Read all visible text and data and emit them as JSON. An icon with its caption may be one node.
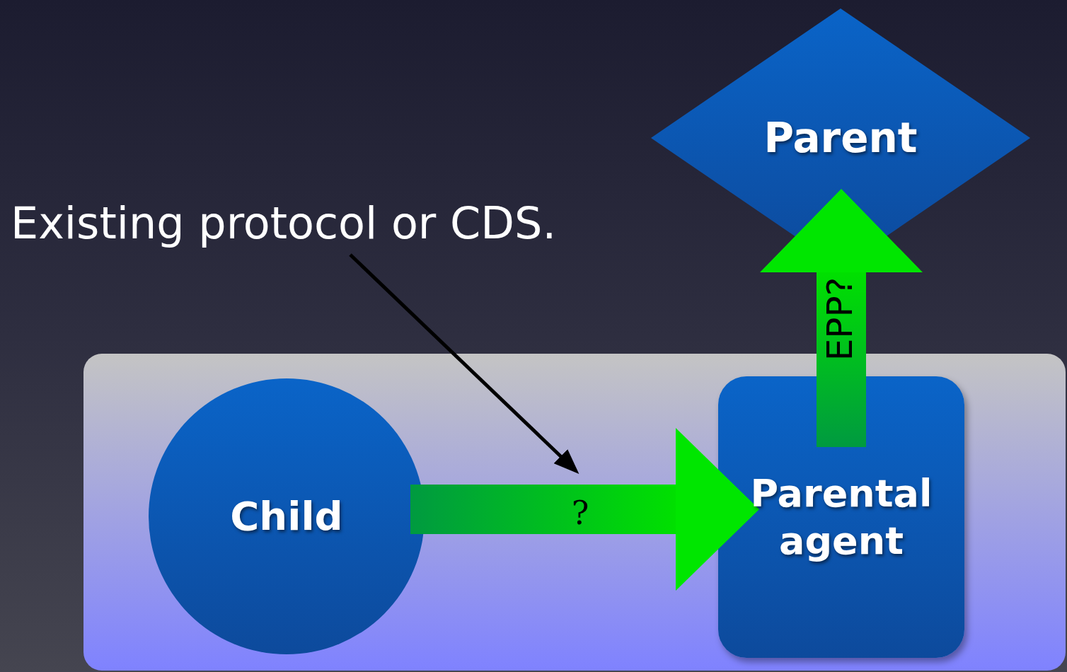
{
  "diagram": {
    "nodes": [
      {
        "text": [],
        "shape": "box"
      },
      {
        "text": [
          "Parent"
        ]
      },
      {
        "text": [
          "Child"
        ],
        "in": 0
      },
      {
        "text": [
          "Parental agent"
        ],
        "in": 0
      },
      {
        "text": [
          "Existing protocol or CDS."
        ]
      }
    ],
    "edges": [
      {
        "from": 2,
        "to": 3,
        "arrow": "to",
        "label": "?",
        "style": "thick"
      },
      {
        "from": 3,
        "to": 1,
        "arrow": "to",
        "label": "EPP?",
        "style": "thick"
      },
      {
        "from": 4,
        "to": null,
        "arrow": "to",
        "color": "#000000"
      }
    ]
  }
}
